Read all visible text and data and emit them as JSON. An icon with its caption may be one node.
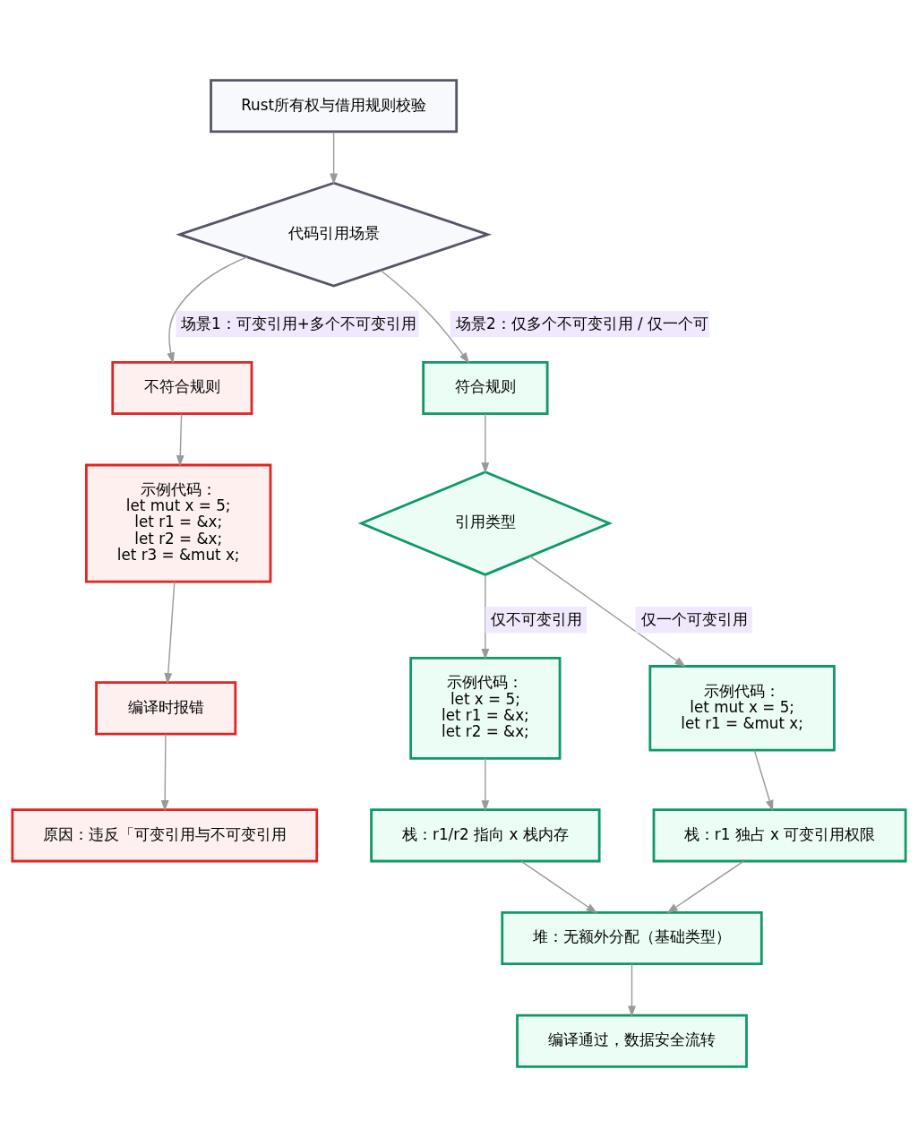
{
  "diagram": {
    "nodes": [
      {
        "text": [
          "Rust所有权与借用规则校验"
        ]
      },
      {
        "text": [
          "代码引用场景"
        ]
      },
      {
        "text": [
          "不符合规则"
        ]
      },
      {
        "text": [
          "示例代码：",
          "let mut x = 5;",
          "let r1 = &x;",
          "let r2 = &x;",
          "let r3 = &mut x;"
        ]
      },
      {
        "text": [
          "编译时报错"
        ]
      },
      {
        "text": [
          "原因：违反「可变引用与不可变引用"
        ]
      },
      {
        "text": [
          "符合规则"
        ]
      },
      {
        "text": [
          "引用类型"
        ]
      },
      {
        "text": [
          "示例代码：",
          "let x = 5;",
          "let r1 = &x;",
          "let r2 = &x;"
        ]
      },
      {
        "text": [
          "示例代码：",
          "let mut x = 5;",
          "let r1 = &mut x;"
        ]
      },
      {
        "text": [
          "栈：r1/r2 指向 x 栈内存"
        ]
      },
      {
        "text": [
          "栈：r1 独占 x 可变引用权限"
        ]
      },
      {
        "text": [
          "堆：无额外分配（基础类型）"
        ]
      },
      {
        "text": [
          "编译通过，数据安全流转"
        ]
      }
    ],
    "edges": [
      {
        "from": 0,
        "to": 1,
        "arrow": "to"
      },
      {
        "from": 1,
        "to": 2,
        "arrow": "to",
        "label": "场景1：可变引用+多个不可变引用"
      },
      {
        "from": 1,
        "to": 6,
        "arrow": "to",
        "label": "场景2：仅多个不可变引用 / 仅一个可"
      },
      {
        "from": 2,
        "to": 3,
        "arrow": "to"
      },
      {
        "from": 3,
        "to": 4,
        "arrow": "to"
      },
      {
        "from": 4,
        "to": 5,
        "arrow": "to"
      },
      {
        "from": 6,
        "to": 7,
        "arrow": "to"
      },
      {
        "from": 7,
        "to": 8,
        "arrow": "to",
        "label": "仅不可变引用"
      },
      {
        "from": 7,
        "to": 9,
        "arrow": "to",
        "label": "仅一个可变引用"
      },
      {
        "from": 8,
        "to": 10,
        "arrow": "to"
      },
      {
        "from": 9,
        "to": 11,
        "arrow": "to"
      },
      {
        "from": 10,
        "to": 12,
        "arrow": "to"
      },
      {
        "from": 11,
        "to": 12,
        "arrow": "to"
      },
      {
        "from": 12,
        "to": 13,
        "arrow": "to"
      }
    ]
  }
}
